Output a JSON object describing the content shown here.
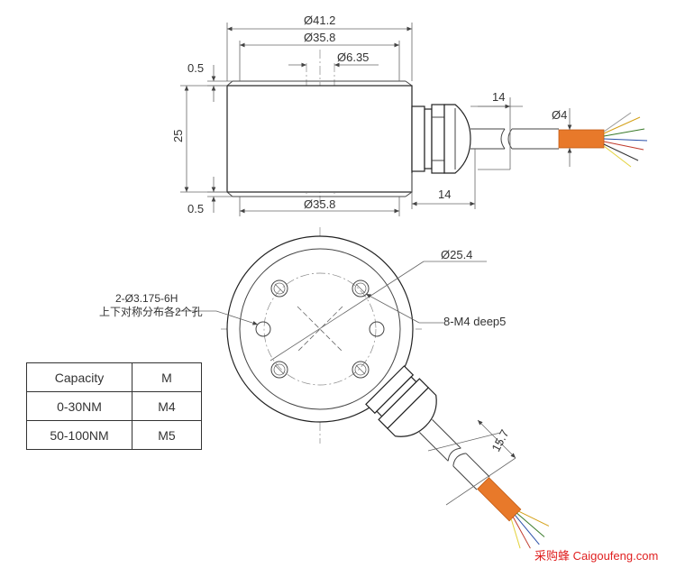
{
  "dimensions": {
    "outer_diameter": "Ø41.2",
    "body_diameter_top": "Ø35.8",
    "shaft_diameter": "Ø6.35",
    "chamfer_top": "0.5",
    "height": "25",
    "chamfer_bottom": "0.5",
    "body_diameter_bottom": "Ø35.8",
    "cable_top_offset": "14",
    "cable_diameter": "Ø4",
    "gland_length": "14",
    "bolt_circle": "Ø25.4",
    "through_holes": "2-Ø3.175-6H",
    "through_holes_note": "上下对称分布各2个孔",
    "threaded_holes": "8-M4 deep5",
    "angled_length": "15.7"
  },
  "table": {
    "header": {
      "capacity": "Capacity",
      "thread": "M"
    },
    "rows": [
      {
        "capacity": "0-30NM",
        "thread": "M4"
      },
      {
        "capacity": "50-100NM",
        "thread": "M5"
      }
    ]
  },
  "watermark": "采购蜂 Caigoufeng.com",
  "colors": {
    "line": "#444444",
    "cable_orange": "#e8792a",
    "watermark": "#e02020"
  }
}
